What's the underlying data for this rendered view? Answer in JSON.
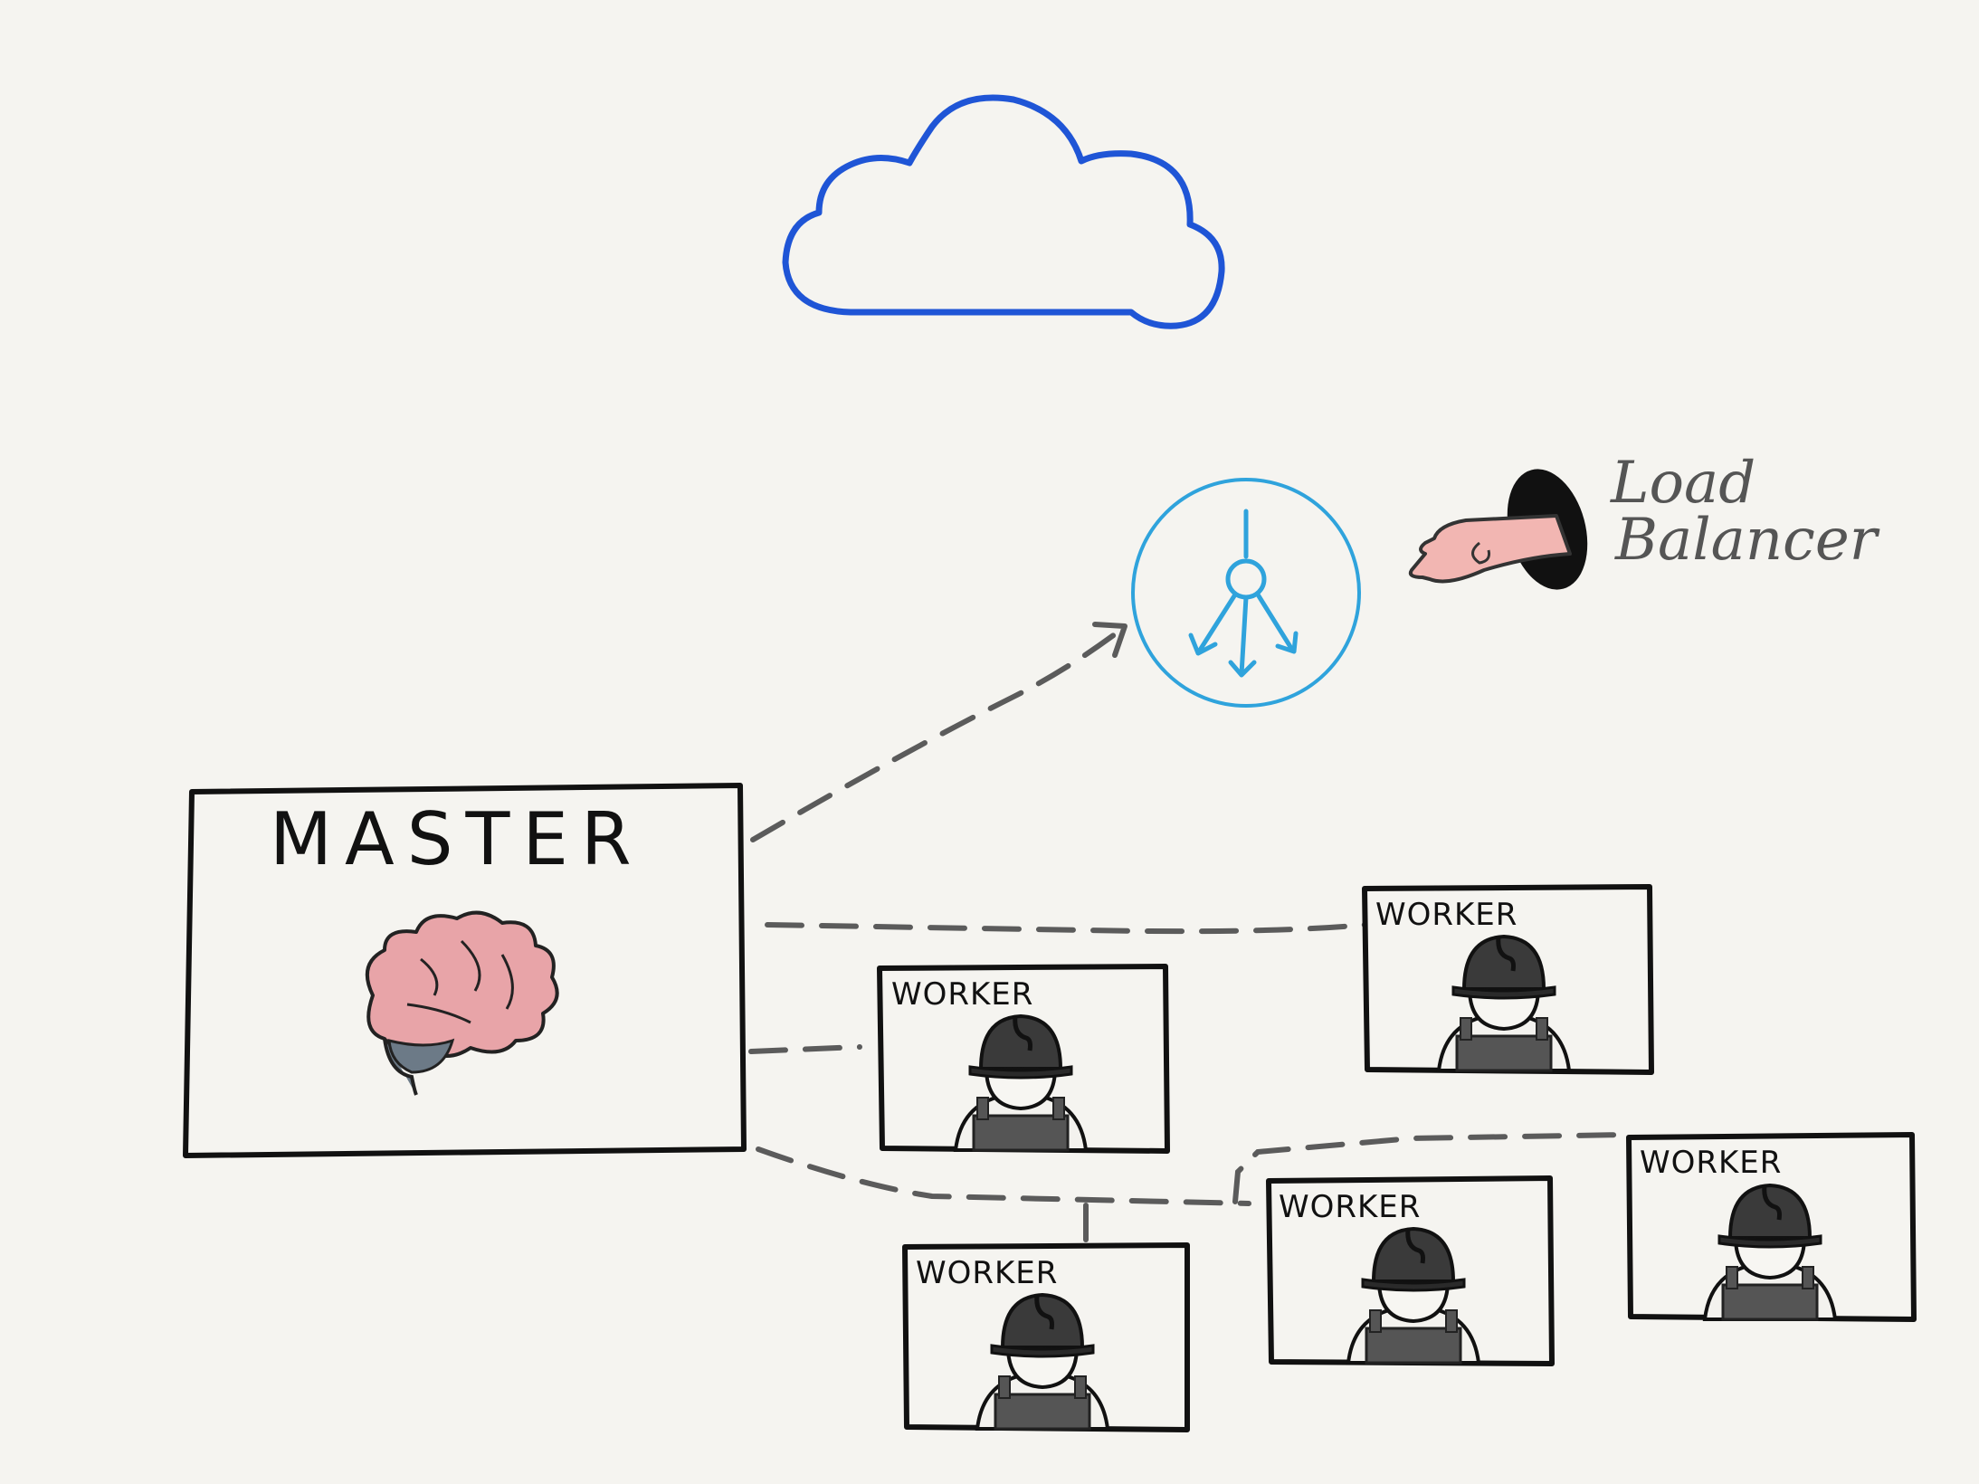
{
  "master": {
    "label": "MASTER",
    "icon": "brain-icon"
  },
  "load_balancer": {
    "label_line1": "Load",
    "label_line2": "Balancer",
    "icon": "load-balancer-icon"
  },
  "cloud": {
    "icon": "cloud-icon",
    "color": "#1f55d6"
  },
  "workers": [
    {
      "label": "WORKER"
    },
    {
      "label": "WORKER"
    },
    {
      "label": "WORKER"
    },
    {
      "label": "WORKER"
    },
    {
      "label": "WORKER"
    }
  ],
  "colors": {
    "background": "#f5f4f0",
    "cloud": "#1f55d6",
    "load_balancer": "#2fa3dc",
    "brain": "#e8a4a8",
    "connector": "#5b5b5b"
  }
}
